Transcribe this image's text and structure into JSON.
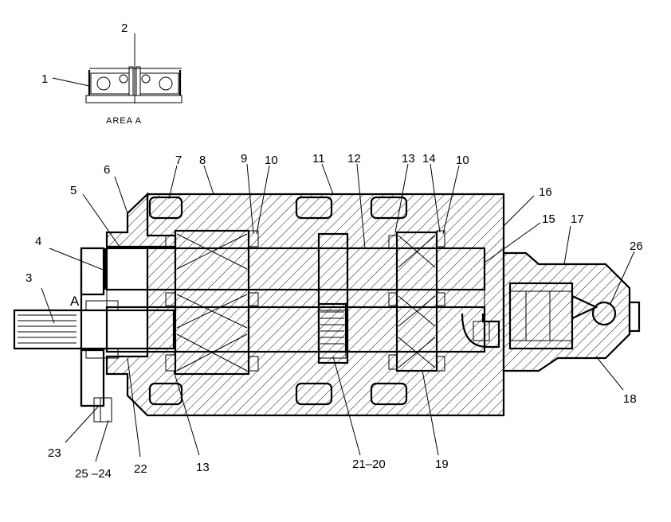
{
  "detail_caption": "AREA  A",
  "section_marker": "A",
  "callouts": [
    {
      "id": "c1",
      "text": "1"
    },
    {
      "id": "c2",
      "text": "2"
    },
    {
      "id": "c3",
      "text": "3"
    },
    {
      "id": "c4",
      "text": "4"
    },
    {
      "id": "c5",
      "text": "5"
    },
    {
      "id": "c6",
      "text": "6"
    },
    {
      "id": "c7",
      "text": "7"
    },
    {
      "id": "c8",
      "text": "8"
    },
    {
      "id": "c9",
      "text": "9"
    },
    {
      "id": "c10a",
      "text": "10"
    },
    {
      "id": "c11",
      "text": "11"
    },
    {
      "id": "c12",
      "text": "12"
    },
    {
      "id": "c13a",
      "text": "13"
    },
    {
      "id": "c14",
      "text": "14"
    },
    {
      "id": "c10b",
      "text": "10"
    },
    {
      "id": "c16",
      "text": "16"
    },
    {
      "id": "c15",
      "text": "15"
    },
    {
      "id": "c17",
      "text": "17"
    },
    {
      "id": "c26",
      "text": "26"
    },
    {
      "id": "c18",
      "text": "18"
    },
    {
      "id": "c19",
      "text": "19"
    },
    {
      "id": "c2120",
      "text": "21–20"
    },
    {
      "id": "c13b",
      "text": "13"
    },
    {
      "id": "c22",
      "text": "22"
    },
    {
      "id": "c2524",
      "text": "25 –24"
    },
    {
      "id": "c23",
      "text": "23"
    }
  ]
}
